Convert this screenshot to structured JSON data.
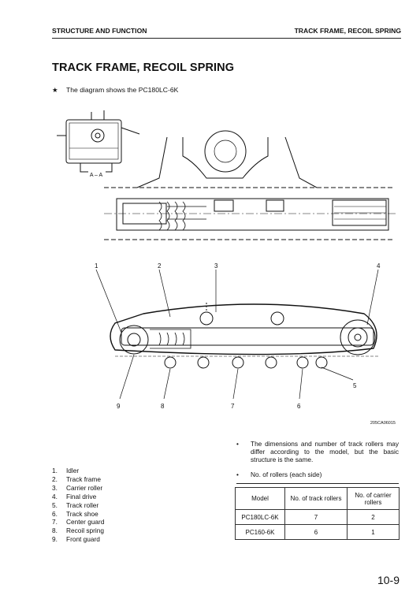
{
  "header": {
    "left": "STRUCTURE AND FUNCTION",
    "right": "TRACK FRAME, RECOIL SPRING"
  },
  "title": "TRACK FRAME, RECOIL SPRING",
  "note": {
    "icon": "star-icon",
    "text": "The diagram shows the PC180LC-6K"
  },
  "diagram": {
    "section_label": "A – A",
    "callouts": [
      "1",
      "2",
      "3",
      "4",
      "9",
      "8",
      "7",
      "6",
      "5"
    ],
    "figure_code": "205CA06015"
  },
  "parts": [
    {
      "num": "1.",
      "name": "Idler"
    },
    {
      "num": "2.",
      "name": "Track frame"
    },
    {
      "num": "3.",
      "name": "Carrier roller"
    },
    {
      "num": "4.",
      "name": "Final drive"
    },
    {
      "num": "5.",
      "name": "Track roller"
    },
    {
      "num": "6.",
      "name": "Track shoe"
    },
    {
      "num": "7.",
      "name": "Center guard"
    },
    {
      "num": "8.",
      "name": "Recoil spring"
    },
    {
      "num": "9.",
      "name": "Front guard"
    }
  ],
  "bullets": [
    "The dimensions and number of track rollers may differ according to the model, but the basic structure is the same.",
    "No. of rollers (each side)"
  ],
  "table": {
    "headers": [
      "Model",
      "No. of track rollers",
      "No. of carrier rollers"
    ],
    "rows": [
      [
        "PC180LC-6K",
        "7",
        "2"
      ],
      [
        "PC160-6K",
        "6",
        "1"
      ]
    ]
  },
  "page_number": "10-9"
}
